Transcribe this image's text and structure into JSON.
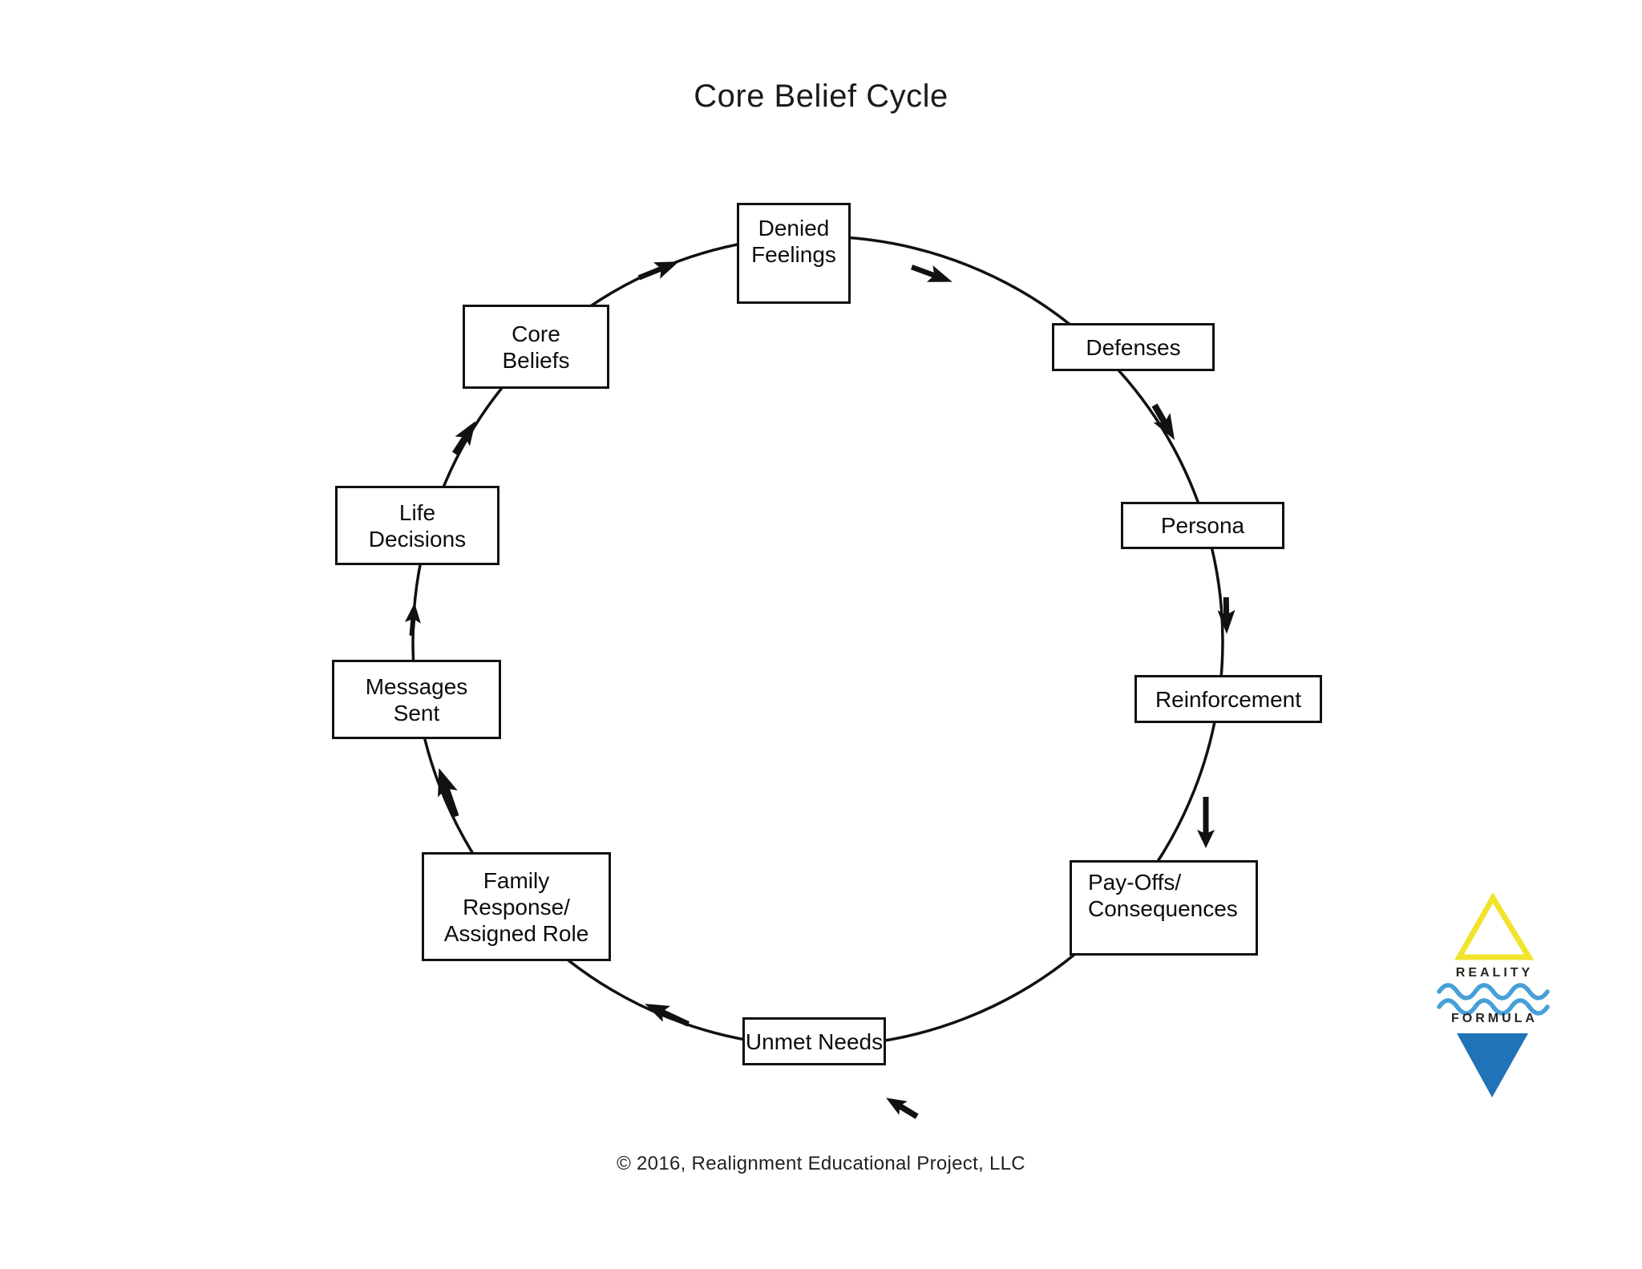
{
  "title": "Core Belief Cycle",
  "copyright": "© 2016, Realignment Educational Project, LLC",
  "cycle": {
    "type": "circular-flow-diagram",
    "direction": "clockwise",
    "nodes": [
      {
        "id": "denied-feelings",
        "label": "Denied\nFeelings"
      },
      {
        "id": "defenses",
        "label": "Defenses"
      },
      {
        "id": "persona",
        "label": "Persona"
      },
      {
        "id": "reinforcement",
        "label": "Reinforcement"
      },
      {
        "id": "pay-offs-consequences",
        "label": "Pay-Offs/\nConsequences"
      },
      {
        "id": "unmet-needs",
        "label": "Unmet Needs"
      },
      {
        "id": "family-response-assigned-role",
        "label": "Family\nResponse/\nAssigned Role"
      },
      {
        "id": "messages-sent",
        "label": "Messages\nSent"
      },
      {
        "id": "life-decisions",
        "label": "Life\nDecisions"
      },
      {
        "id": "core-beliefs",
        "label": "Core\nBeliefs"
      }
    ],
    "sequence": [
      "denied-feelings",
      "defenses",
      "persona",
      "reinforcement",
      "pay-offs-consequences",
      "unmet-needs",
      "family-response-assigned-role",
      "messages-sent",
      "life-decisions",
      "core-beliefs"
    ]
  },
  "logo": {
    "line1": "REALITY",
    "line2": "FORMULA",
    "colors": {
      "triangle_outline": "#F0E42C",
      "waves": "#47A0D8",
      "triangle_solid": "#2173B8",
      "text": "#26251F"
    }
  },
  "colors": {
    "background": "#FFFFFF",
    "line": "#111111",
    "box_border": "#111111",
    "text": "#0D0D0D"
  }
}
